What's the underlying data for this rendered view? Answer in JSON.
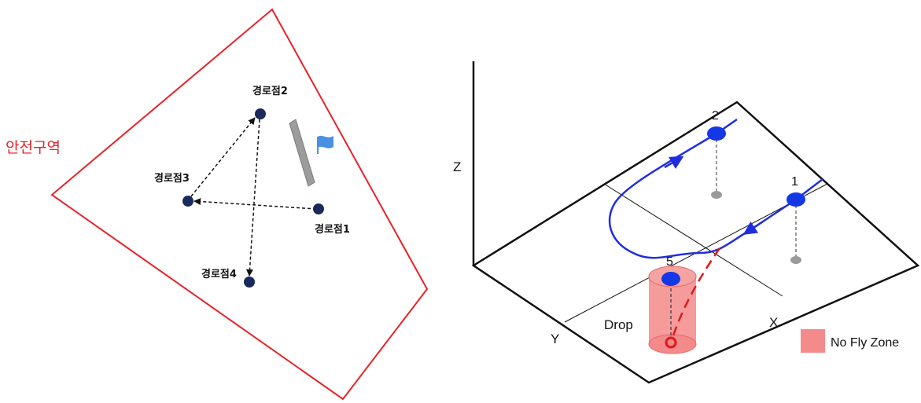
{
  "left_panel": {
    "safe_zone_label": "안전구역",
    "waypoints": [
      {
        "id": "wp1",
        "label": "경로점1"
      },
      {
        "id": "wp2",
        "label": "경로점2"
      },
      {
        "id": "wp3",
        "label": "경로점3"
      },
      {
        "id": "wp4",
        "label": "경로점4"
      }
    ]
  },
  "right_panel": {
    "axis_labels": {
      "z": "Z",
      "x": "X",
      "y": "Y"
    },
    "point_labels": {
      "p1": "1",
      "p2": "2",
      "p5": "5"
    },
    "drop_label": "Drop",
    "legend": {
      "label": "No Fly Zone"
    }
  },
  "colors": {
    "safe_zone": "#e8222a",
    "waypoint": "#1b2a5c",
    "flight_path": "#1f2de0",
    "point_marker": "#1538e6",
    "no_fly_zone": "#f58a8a",
    "drop_path": "#e01818",
    "ground_marker": "#9a9a9a",
    "flag": "#4a90e2"
  }
}
